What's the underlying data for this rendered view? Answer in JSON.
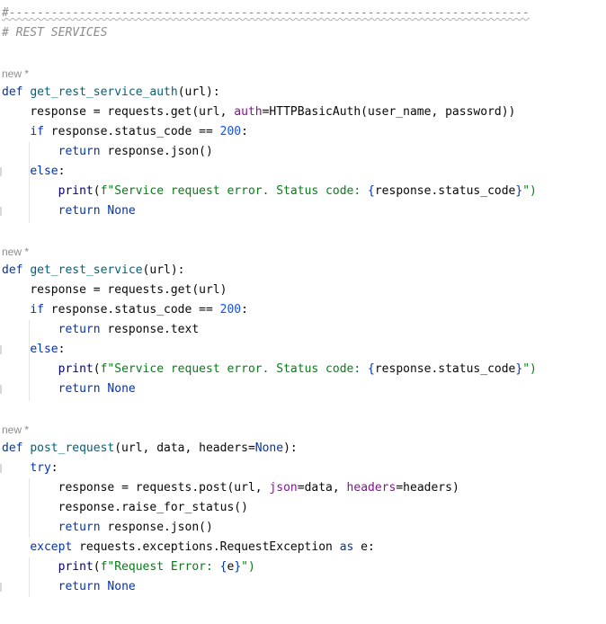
{
  "editor": {
    "comment_rule": "#--------------------------------------------------------------------------",
    "section_comment": "# REST SERVICES",
    "usage_hint": "new *",
    "tokens": {
      "def": "def",
      "if": "if",
      "else": "else",
      "return": "return",
      "try": "try",
      "except": "except",
      "as": "as",
      "none": "None",
      "print": "print",
      "code_200": "200"
    },
    "functions": [
      {
        "name": "get_rest_service_auth",
        "signature": "(url):",
        "lines": {
          "l1_a": "response = requests.get(url, ",
          "l1_kw": "auth",
          "l1_b": "=HTTPBasicAuth(user_name, password))",
          "l2_a": " response.status_code == ",
          "l3": " response.json()",
          "l5_str": "f\"Service request error. Status code: ",
          "l5_brace_open": "{",
          "l5_expr": "response.status_code",
          "l5_brace_close": "}",
          "l5_end": "\")"
        }
      },
      {
        "name": "get_rest_service",
        "signature": "(url):",
        "lines": {
          "l1": "response = requests.get(url)",
          "l2_a": " response.status_code == ",
          "l3": " response.text",
          "l5_str": "f\"Service request error. Status code: ",
          "l5_brace_open": "{",
          "l5_expr": "response.status_code",
          "l5_brace_close": "}",
          "l5_end": "\")"
        }
      },
      {
        "name": "post_request",
        "signature_a": "(url, data, headers=",
        "signature_b": "):",
        "lines": {
          "l2_a": "response = requests.post(url, ",
          "l2_kw1": "json",
          "l2_b": "=data, ",
          "l2_kw2": "headers",
          "l2_c": "=headers)",
          "l3": "response.raise_for_status()",
          "l4": " response.json()",
          "l5": " requests.exceptions.RequestException ",
          "l5_var": " e:",
          "l6_str": "f\"Request Error: ",
          "l6_brace_open": "{",
          "l6_expr": "e",
          "l6_brace_close": "}",
          "l6_end": "\")"
        }
      }
    ]
  }
}
